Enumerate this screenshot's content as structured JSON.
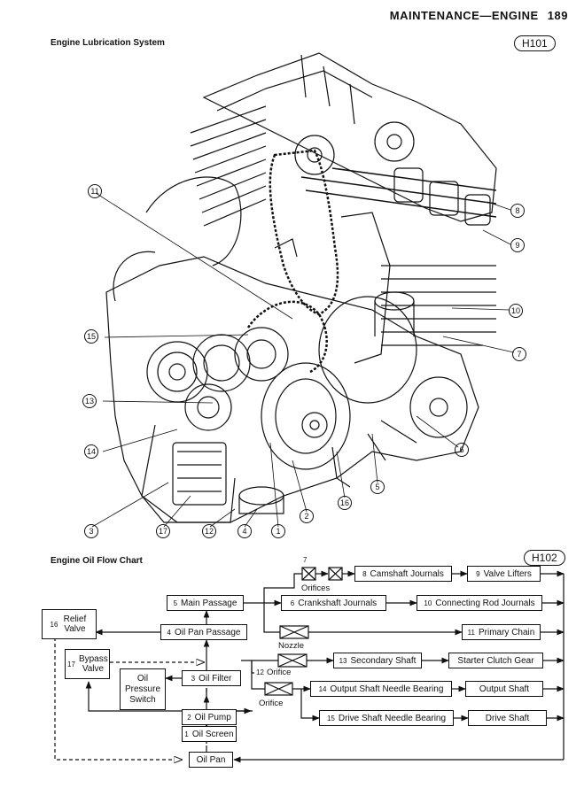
{
  "header": {
    "title": "MAINTENANCE—ENGINE",
    "page": "189"
  },
  "figure1": {
    "title": "Engine Lubrication System",
    "tag": "H101",
    "callouts": [
      "1",
      "2",
      "3",
      "4",
      "5",
      "6",
      "7",
      "8",
      "9",
      "10",
      "11",
      "12",
      "13",
      "14",
      "15",
      "16",
      "17"
    ]
  },
  "figure2": {
    "title": "Engine Oil Flow Chart",
    "tag": "H102",
    "boxes": {
      "relief": {
        "num": "16",
        "label": "Relief Valve"
      },
      "bypass": {
        "num": "17",
        "label": "Bypass Valve"
      },
      "main_passage": {
        "num": "5",
        "label": "Main Passage"
      },
      "oil_pan_passage": {
        "num": "4",
        "label": "Oil Pan Passage"
      },
      "oil_filter": {
        "num": "3",
        "label": "Oil Filter"
      },
      "oil_pump": {
        "num": "2",
        "label": "Oil Pump"
      },
      "oil_screen": {
        "num": "1",
        "label": "Oil Screen"
      },
      "oil_pan": {
        "label": "Oil Pan"
      },
      "pressure_switch": {
        "label": "Oil Pressure Switch"
      },
      "camshaft_journals": {
        "num": "8",
        "label": "Camshaft Journals"
      },
      "valve_lifters": {
        "num": "9",
        "label": "Valve Lifters"
      },
      "crankshaft_journals": {
        "num": "6",
        "label": "Crankshaft Journals"
      },
      "connecting_rod_journals": {
        "num": "10",
        "label": "Connecting Rod Journals"
      },
      "primary_chain": {
        "num": "11",
        "label": "Primary Chain"
      },
      "secondary_shaft": {
        "num": "13",
        "label": "Secondary Shaft"
      },
      "starter_clutch_gear": {
        "label": "Starter Clutch Gear"
      },
      "output_shaft_needle": {
        "num": "14",
        "label": "Output Shaft Needle Bearing"
      },
      "output_shaft": {
        "label": "Output Shaft"
      },
      "drive_shaft_needle": {
        "num": "15",
        "label": "Drive Shaft Needle Bearing"
      },
      "drive_shaft": {
        "label": "Drive Shaft"
      }
    },
    "labels": {
      "orifices_num": "7",
      "orifices": "Orifices",
      "nozzle": "Nozzle",
      "orifice12_num": "12",
      "orifice12": "Orifice",
      "orifice": "Orifice"
    }
  }
}
